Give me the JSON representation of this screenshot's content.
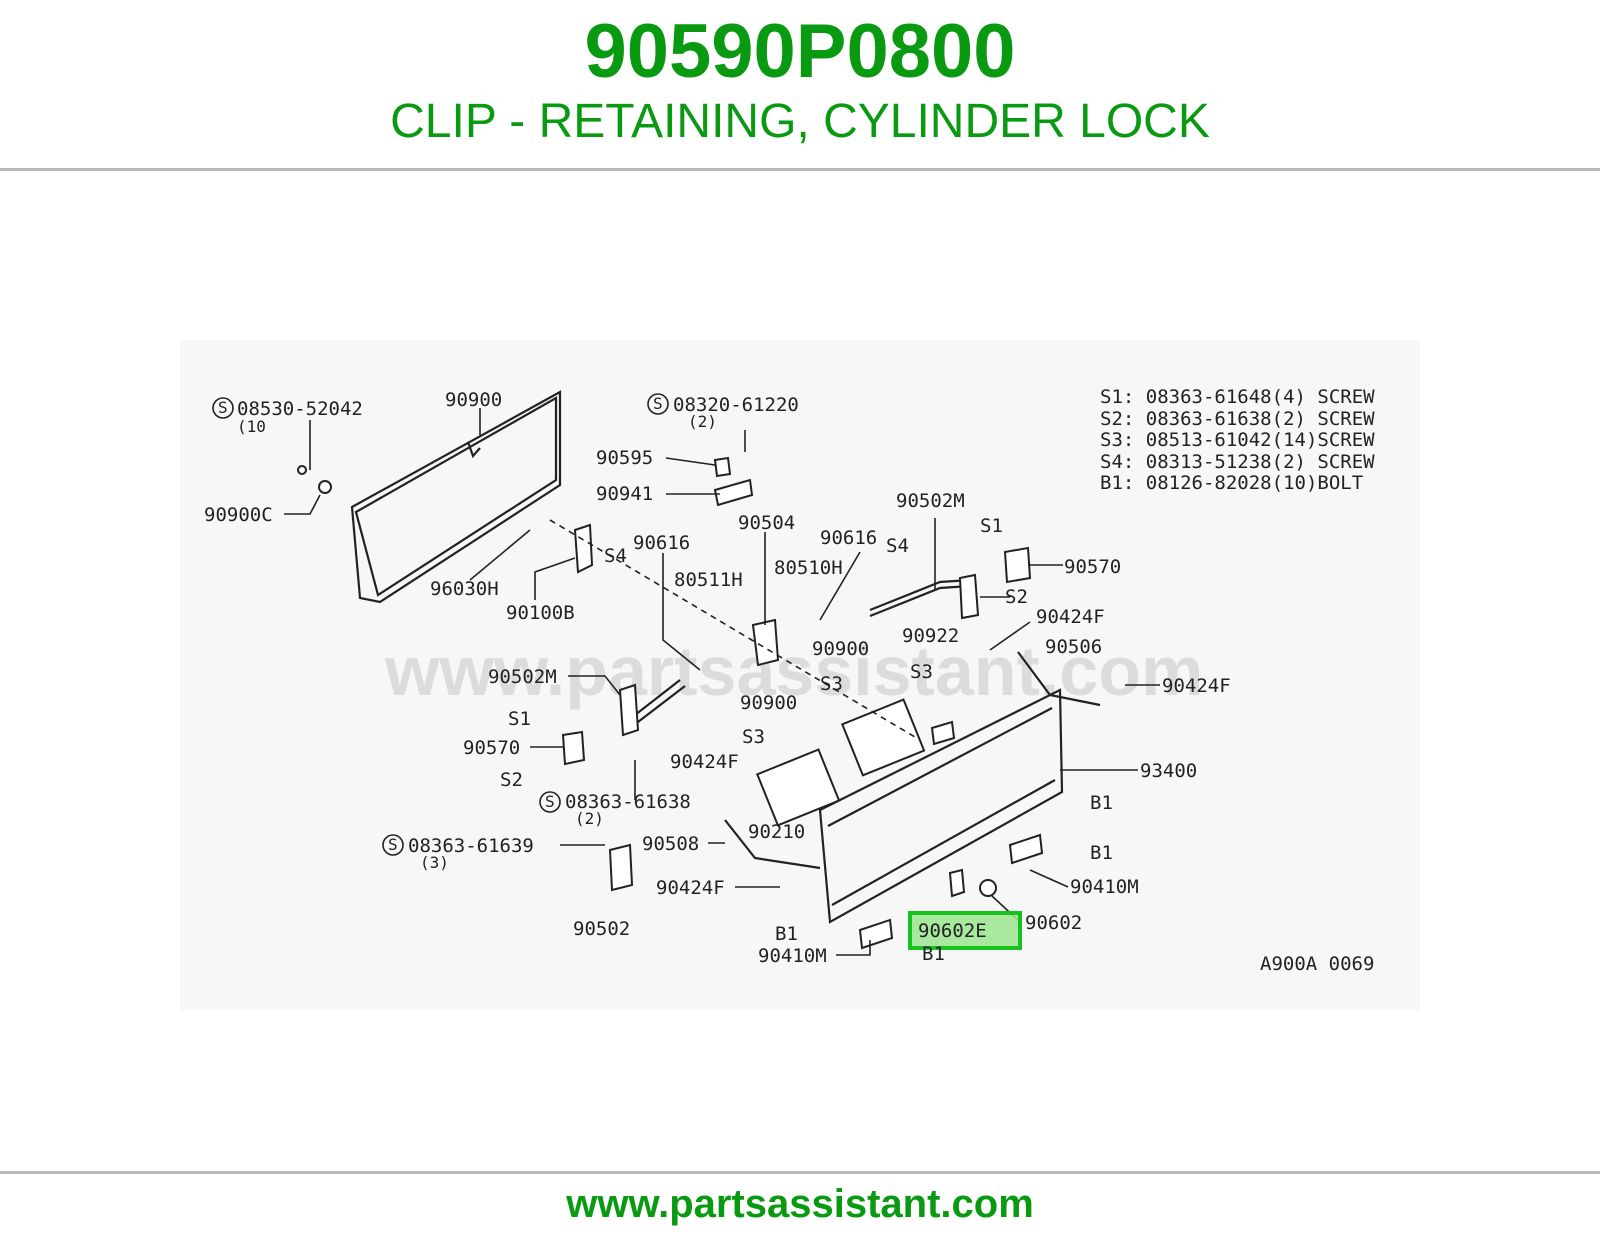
{
  "header": {
    "part_number": "90590P0800",
    "description": "CLIP - RETAINING, CYLINDER LOCK"
  },
  "footer": {
    "url": "www.partsassistant.com"
  },
  "diagram": {
    "watermark": "www.partsassistant.com",
    "code": "A900A 0069",
    "highlighted": "90602E",
    "legend": [
      {
        "key": "S1",
        "part": "08363-61648",
        "qty": "(4)",
        "type": "SCREW"
      },
      {
        "key": "S2",
        "part": "08363-61638",
        "qty": "(2)",
        "type": "SCREW"
      },
      {
        "key": "S3",
        "part": "08513-61042",
        "qty": "(14)",
        "type": "SCREW"
      },
      {
        "key": "S4",
        "part": "08313-51238",
        "qty": "(2)",
        "type": "SCREW"
      },
      {
        "key": "B1",
        "part": "08126-82028",
        "qty": "(10)",
        "type": "BOLT"
      }
    ],
    "labels": {
      "l01": "08530-52042",
      "l01q": "(10",
      "l02": "90900",
      "l03": "08320-61220",
      "l03q": "(2)",
      "l04": "90595",
      "l05": "90941",
      "l06": "90900C",
      "l07": "90504",
      "l08": "90616",
      "l09": "90616",
      "l10": "S4",
      "l11": "S4",
      "l12": "90502M",
      "l13": "S1",
      "l14": "90570",
      "l15": "S2",
      "l16": "96030H",
      "l17": "90100B",
      "l18": "80511H",
      "l19": "80510H",
      "l20": "90424F",
      "l21": "90922",
      "l22": "90900",
      "l23": "90506",
      "l24": "90502M",
      "l25": "S3",
      "l26": "S3",
      "l27": "90424F",
      "l28": "S1",
      "l29": "90900",
      "l30": "90570",
      "l31": "S3",
      "l32": "S2",
      "l33": "90424F",
      "l34": "93400",
      "l35": "08363-61638",
      "l35q": "(2)",
      "l36": "B1",
      "l37": "08363-61639",
      "l37q": "(3)",
      "l38": "90508",
      "l39": "90210",
      "l40": "B1",
      "l41": "90410M",
      "l42": "90424F",
      "l43": "90602",
      "l44": "90502",
      "l45": "B1",
      "l46": "B1",
      "l47": "90410M"
    }
  }
}
